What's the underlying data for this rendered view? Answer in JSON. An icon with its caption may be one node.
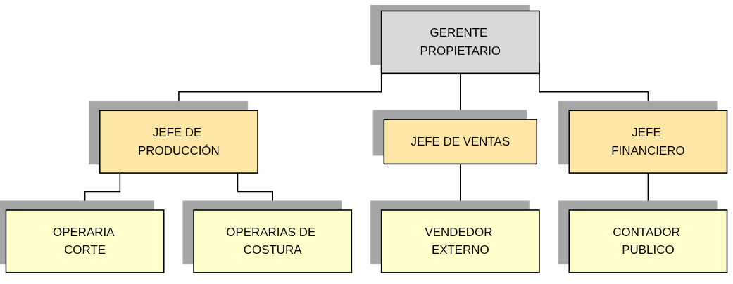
{
  "diagram": {
    "nodes": [
      {
        "text": [
          "GERENTE PROPIETARIO"
        ]
      },
      {
        "text": [
          "JEFE DE PRODUCCIÓN"
        ]
      },
      {
        "text": [
          "JEFE DE VENTAS"
        ]
      },
      {
        "text": [
          "JEFE FINANCIERO"
        ]
      },
      {
        "text": [
          "OPERARIA CORTE"
        ]
      },
      {
        "text": [
          "OPERARIAS DE COSTURA"
        ]
      },
      {
        "text": [
          "VENDEDOR EXTERNO"
        ]
      },
      {
        "text": [
          "CONTADOR PUBLICO"
        ]
      }
    ],
    "edges": [
      {
        "from": 0,
        "to": 1,
        "arrow": "none"
      },
      {
        "from": 0,
        "to": 2,
        "arrow": "none"
      },
      {
        "from": 0,
        "to": 3,
        "arrow": "none"
      },
      {
        "from": 1,
        "to": 4,
        "arrow": "none"
      },
      {
        "from": 1,
        "to": 5,
        "arrow": "none"
      },
      {
        "from": 2,
        "to": 6,
        "arrow": "none"
      },
      {
        "from": 3,
        "to": 7,
        "arrow": "none"
      }
    ]
  }
}
